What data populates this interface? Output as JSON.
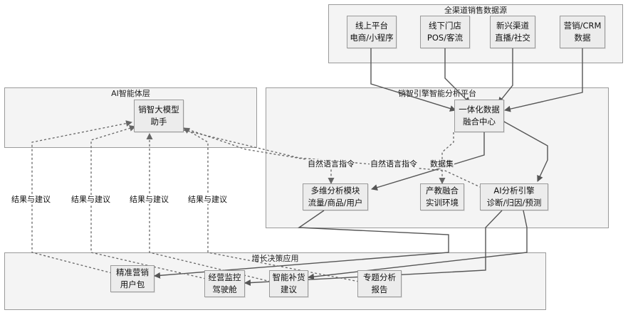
{
  "groups": {
    "sources": "全渠道销售数据源",
    "ai_layer": "AI智能体层",
    "platform": "销智引擎智能分析平台",
    "apps": "增长决策应用"
  },
  "nodes": {
    "online": [
      "线上平台",
      "电商/小程序"
    ],
    "offline": [
      "线下门店",
      "POS/客流"
    ],
    "newchan": [
      "新兴渠道",
      "直播/社交"
    ],
    "crm": [
      "营销/CRM",
      "数据"
    ],
    "assistant": [
      "销智大模型",
      "助手"
    ],
    "fusion": [
      "一体化数据",
      "融合中心"
    ],
    "multi": [
      "多维分析模块",
      "流量/商品/用户"
    ],
    "sandbox": [
      "产教融合",
      "实训环境"
    ],
    "engine": [
      "AI分析引擎",
      "诊断/归因/预测"
    ],
    "precision": [
      "精准营销",
      "用户包"
    ],
    "cockpit": [
      "经营监控",
      "驾驶舱"
    ],
    "replenish": [
      "智能补货",
      "建议"
    ],
    "report": [
      "专题分析",
      "报告"
    ]
  },
  "edge_labels": {
    "nl_to_multi": "自然语言指令",
    "nl_to_engine": "自然语言指令",
    "dataset": "数据集",
    "result_1": "结果与建议",
    "result_2": "结果与建议",
    "result_3": "结果与建议",
    "result_4": "结果与建议"
  },
  "colors": {
    "solid_edge": "#555555",
    "dashed_edge": "#666666",
    "node_fill": "#ececec",
    "group_fill": "#f4f4f4",
    "border": "#9a9a9a"
  }
}
